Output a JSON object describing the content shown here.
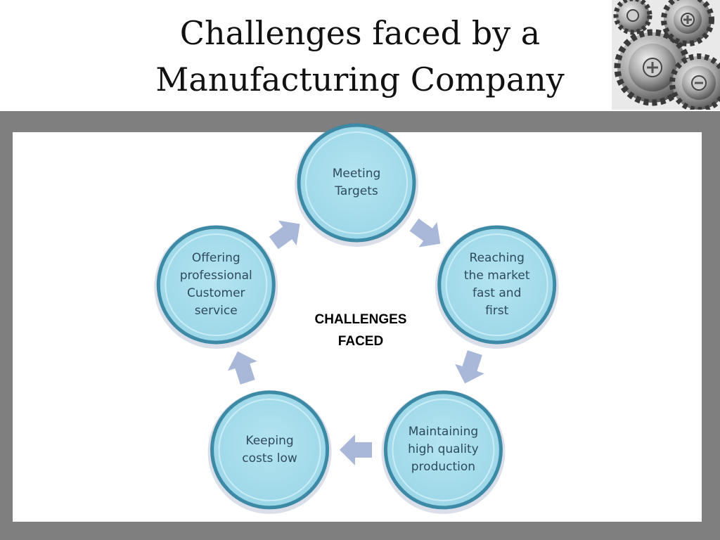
{
  "slide": {
    "title": "Challenges faced by a\nManufacturing Company",
    "image_icon": "gears-icon"
  },
  "diagram": {
    "type": "cycle",
    "center_label": "CHALLENGES\nFACED",
    "nodes": [
      {
        "label": "Meeting\nTargets"
      },
      {
        "label": "Reaching\nthe market\nfast and\nfirst"
      },
      {
        "label": "Maintaining\nhigh quality\nproduction"
      },
      {
        "label": "Keeping\ncosts low"
      },
      {
        "label": "Offering\nprofessional\nCustomer\nservice"
      }
    ],
    "colors": {
      "node_fill": "#a6dcea",
      "node_border": "#3d8aa6",
      "arrow_fill": "#a9b8d8",
      "frame": "#7f7f7f",
      "node_text": "#2e4a5b"
    }
  }
}
